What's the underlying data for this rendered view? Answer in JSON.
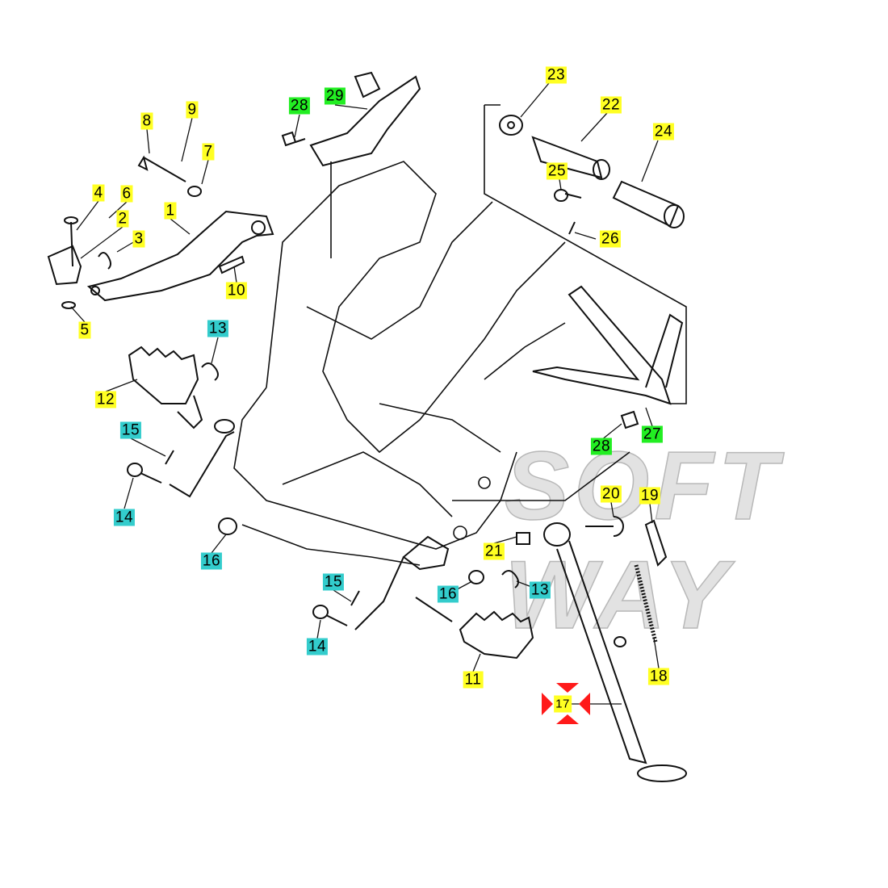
{
  "diagram": {
    "watermark": "SOFT WAY",
    "colors": {
      "yellow": "#ffff22",
      "cyan": "#33cccc",
      "green": "#22ee22",
      "highlight": "#ff1a1a"
    },
    "callouts": [
      {
        "num": "1",
        "color": "yellow"
      },
      {
        "num": "2",
        "color": "yellow"
      },
      {
        "num": "3",
        "color": "yellow"
      },
      {
        "num": "4",
        "color": "yellow"
      },
      {
        "num": "5",
        "color": "yellow"
      },
      {
        "num": "6",
        "color": "yellow"
      },
      {
        "num": "7",
        "color": "yellow"
      },
      {
        "num": "8",
        "color": "yellow"
      },
      {
        "num": "9",
        "color": "yellow"
      },
      {
        "num": "10",
        "color": "yellow"
      },
      {
        "num": "11",
        "color": "yellow"
      },
      {
        "num": "12",
        "color": "yellow"
      },
      {
        "num": "13",
        "color": "cyan"
      },
      {
        "num": "13",
        "color": "cyan"
      },
      {
        "num": "14",
        "color": "cyan"
      },
      {
        "num": "14",
        "color": "cyan"
      },
      {
        "num": "15",
        "color": "cyan"
      },
      {
        "num": "15",
        "color": "cyan"
      },
      {
        "num": "16",
        "color": "cyan"
      },
      {
        "num": "16",
        "color": "cyan"
      },
      {
        "num": "17",
        "color": "yellow",
        "highlighted": true
      },
      {
        "num": "18",
        "color": "yellow"
      },
      {
        "num": "19",
        "color": "yellow"
      },
      {
        "num": "20",
        "color": "yellow"
      },
      {
        "num": "21",
        "color": "yellow"
      },
      {
        "num": "22",
        "color": "yellow"
      },
      {
        "num": "23",
        "color": "yellow"
      },
      {
        "num": "24",
        "color": "yellow"
      },
      {
        "num": "25",
        "color": "yellow"
      },
      {
        "num": "26",
        "color": "yellow"
      },
      {
        "num": "27",
        "color": "green"
      },
      {
        "num": "28",
        "color": "green"
      },
      {
        "num": "28",
        "color": "green"
      },
      {
        "num": "29",
        "color": "green"
      }
    ]
  }
}
